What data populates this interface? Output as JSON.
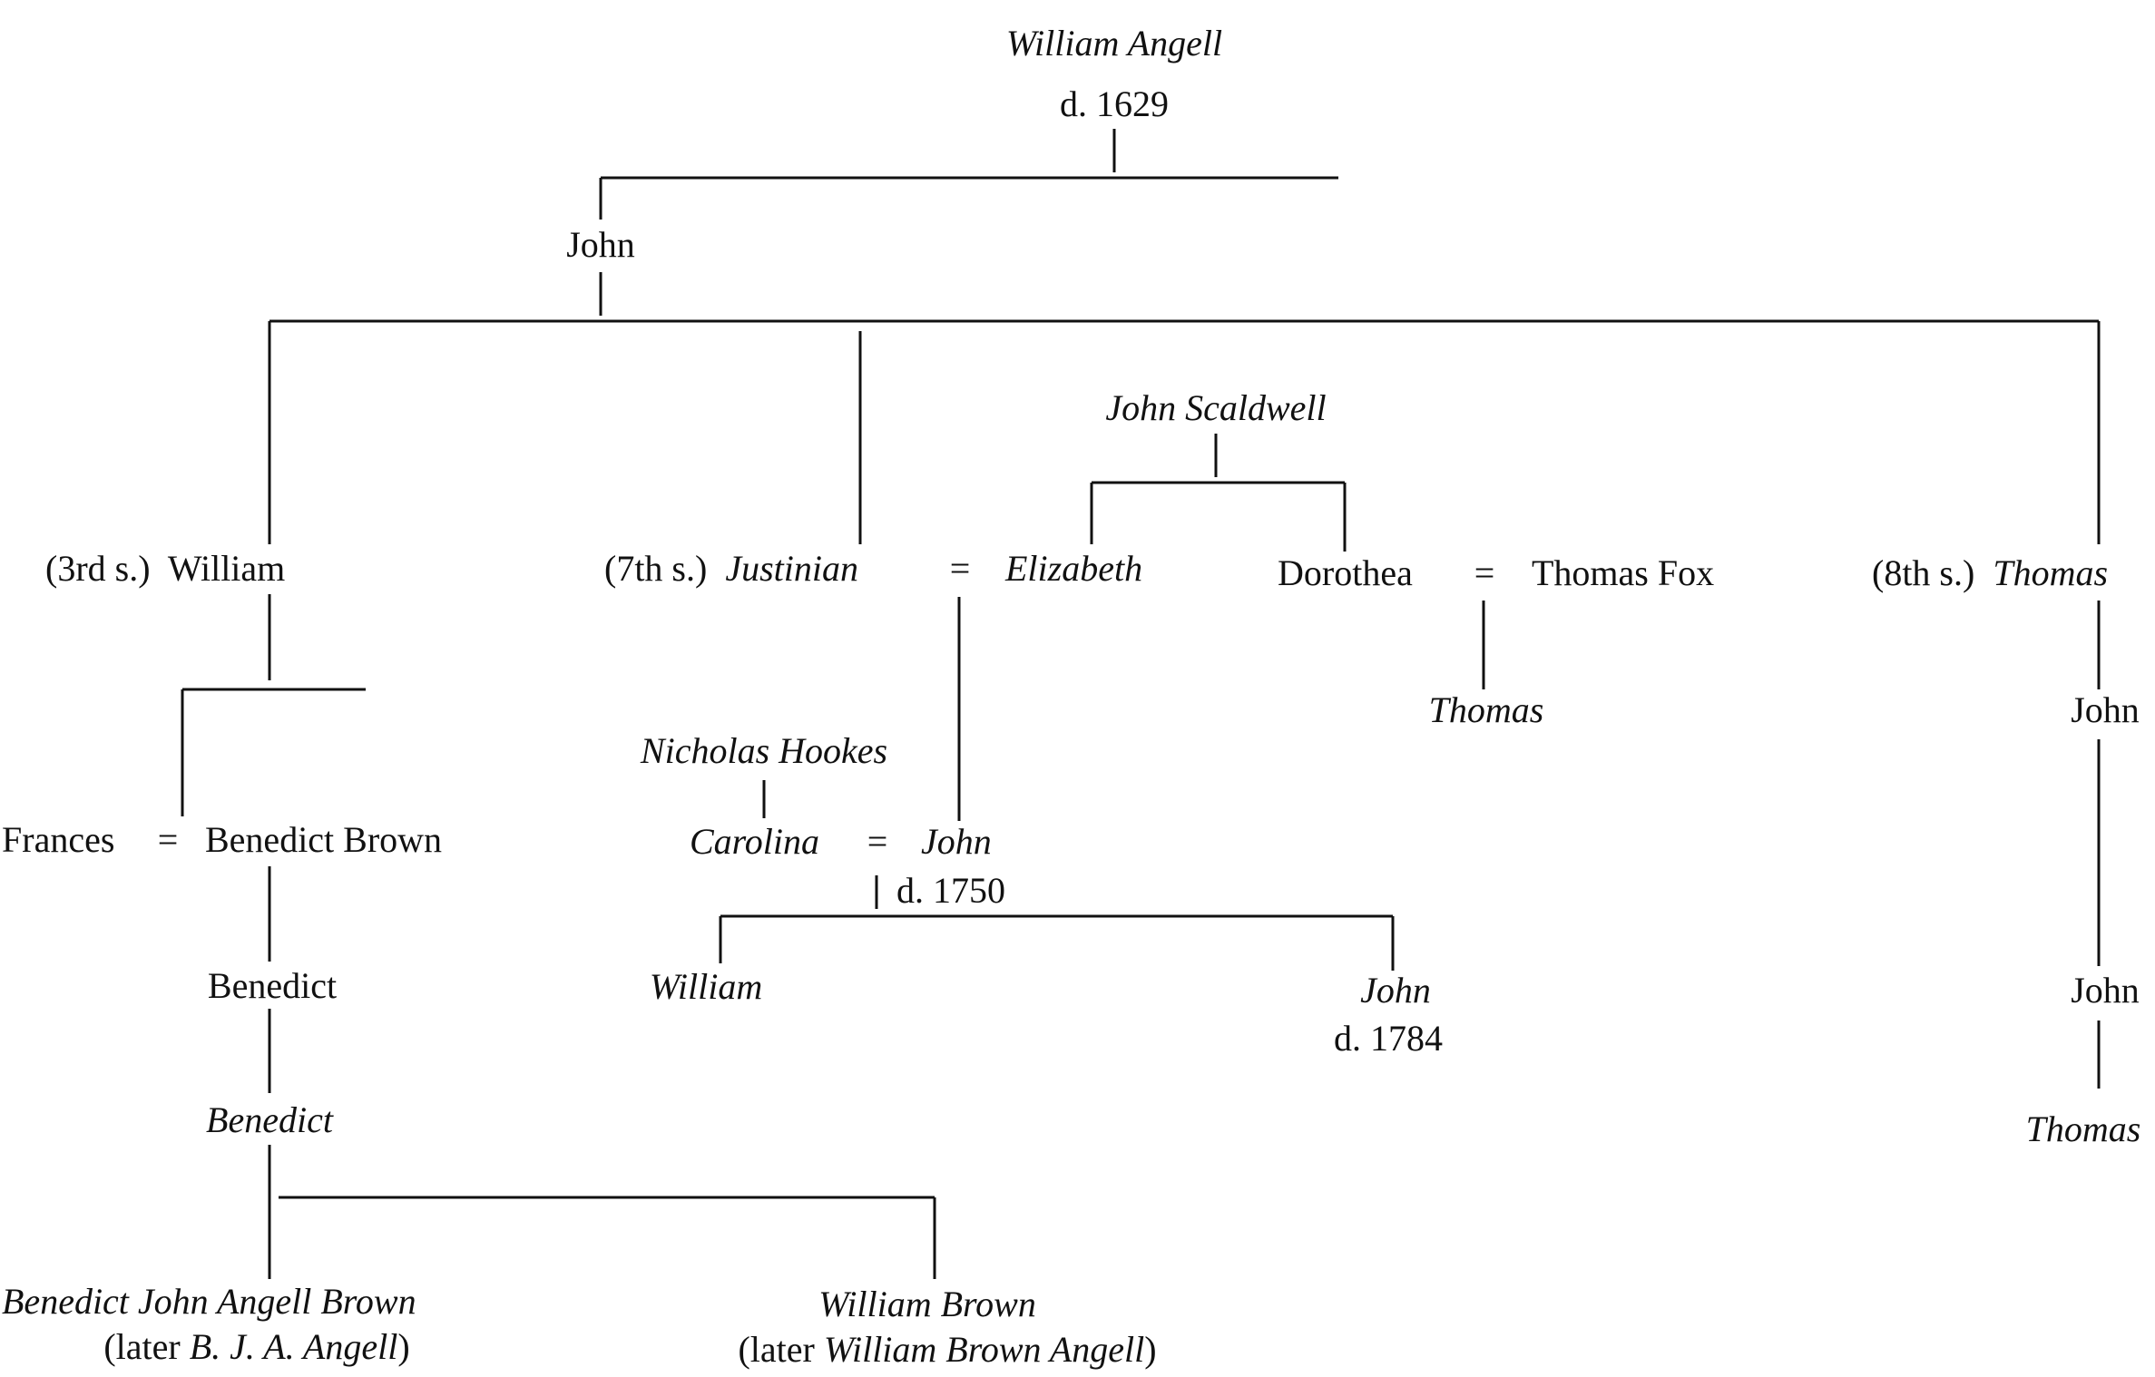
{
  "nodes": {
    "william_angell": {
      "name": "William Angell",
      "note": "d. 1629"
    },
    "john_1": {
      "name": "John"
    },
    "john_scaldwell": {
      "name": "John Scaldwell"
    },
    "william_3rd": {
      "rank": "(3rd s.)",
      "name": "William"
    },
    "justinian": {
      "rank": "(7th s.)",
      "name": "Justinian"
    },
    "eq_justinian_elizabeth": "=",
    "elizabeth": {
      "name": "Elizabeth"
    },
    "dorothea": {
      "name": "Dorothea"
    },
    "eq_dorothea_fox": "=",
    "thomas_fox": {
      "name": "Thomas Fox"
    },
    "thomas_8th": {
      "rank": "(8th s.)",
      "name": "Thomas"
    },
    "thomas_fox_son": {
      "name": "Thomas"
    },
    "john_t2": {
      "name": "John"
    },
    "nicholas_hookes": {
      "name": "Nicholas Hookes"
    },
    "frances": {
      "name": "Frances"
    },
    "eq_frances_brown": "=",
    "benedict_brown": {
      "name": "Benedict Brown"
    },
    "carolina": {
      "name": "Carolina"
    },
    "eq_carolina_john": "=",
    "john_1750": {
      "name": "John",
      "note": "d. 1750"
    },
    "benedict_1": {
      "name": "Benedict"
    },
    "william_c": {
      "name": "William"
    },
    "john_1784": {
      "name": "John",
      "note": "d. 1784"
    },
    "john_t3": {
      "name": "John"
    },
    "benedict_2": {
      "name": "Benedict"
    },
    "thomas_t4": {
      "name": "Thomas"
    },
    "bjab": {
      "name": "Benedict John Angell Brown",
      "later_prefix": "(later ",
      "later_name": "B. J. A. Angell",
      "later_suffix": ")"
    },
    "wbrown": {
      "name": "William Brown",
      "later_prefix": "(later ",
      "later_name": "William Brown Angell",
      "later_suffix": ")"
    }
  }
}
